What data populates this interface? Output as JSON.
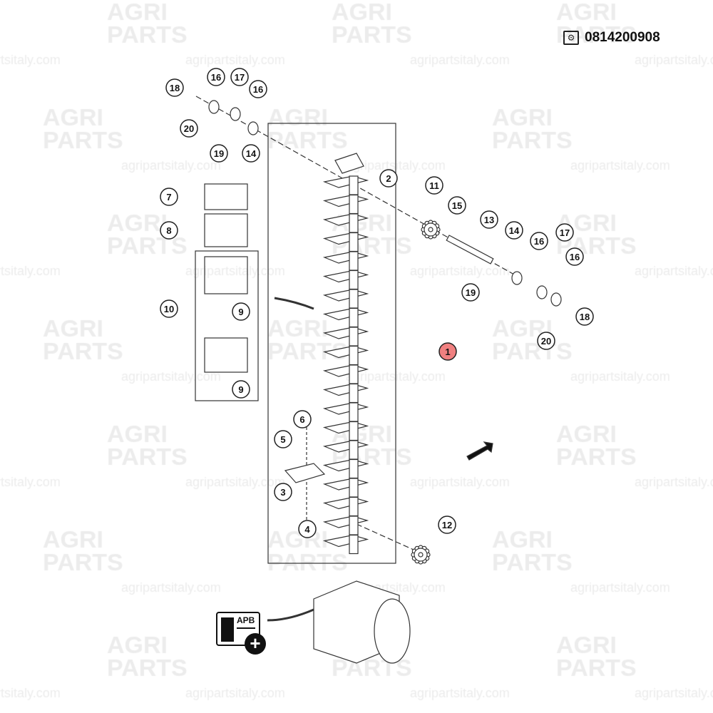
{
  "header": {
    "part_code": "0814200908",
    "code_icon": "parts-catalog-icon"
  },
  "watermark": {
    "line1": "AGRI",
    "line2": "PARTS",
    "url": "agripartsitaly.com"
  },
  "callouts": [
    "18",
    "16",
    "17",
    "16",
    "20",
    "19",
    "14",
    "2",
    "11",
    "15",
    "13",
    "14",
    "16",
    "17",
    "16",
    "19",
    "18",
    "20",
    "1",
    "7",
    "8",
    "10",
    "9",
    "9",
    "6",
    "5",
    "3",
    "4",
    "12"
  ],
  "highlight_color": "#f08080",
  "apb_button": {
    "label": "APB",
    "plus": "+"
  }
}
